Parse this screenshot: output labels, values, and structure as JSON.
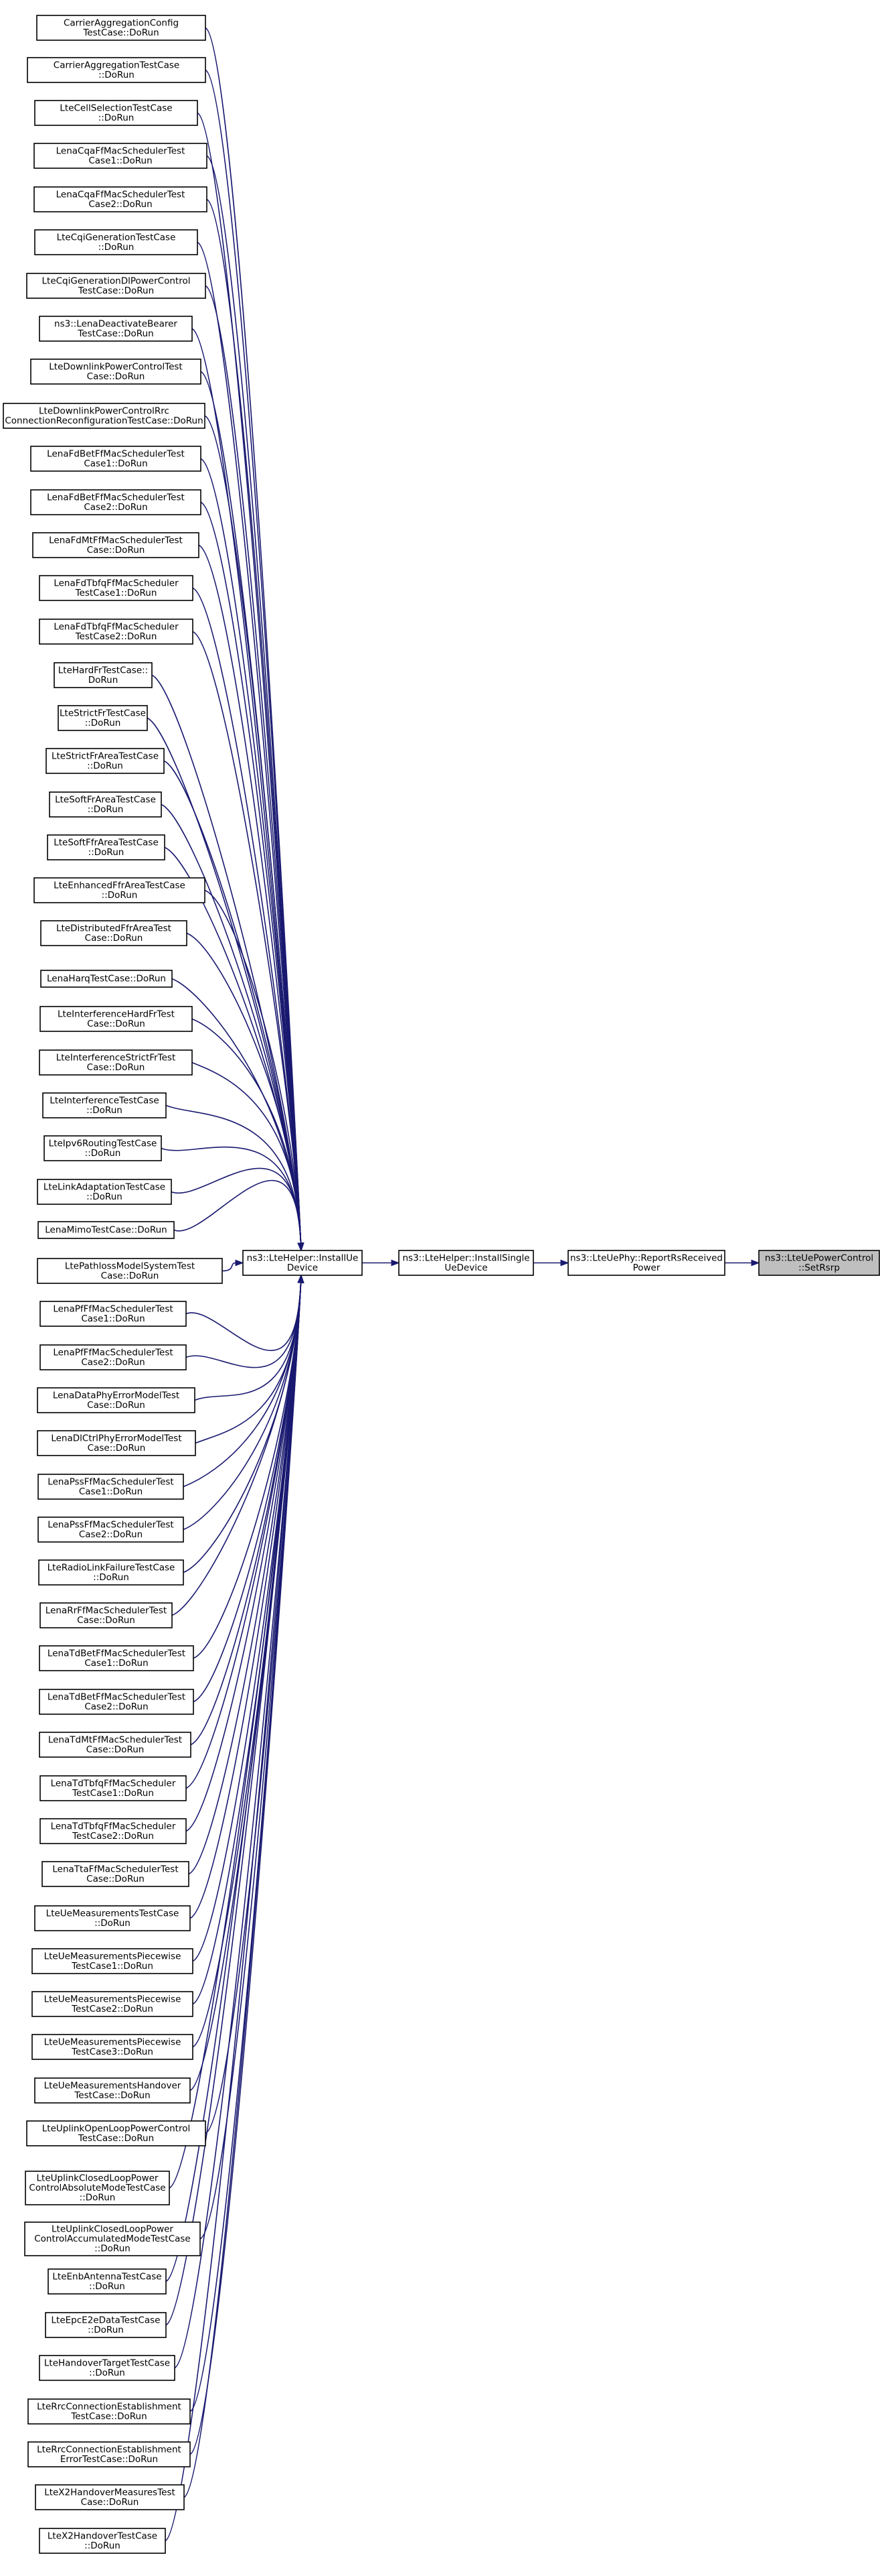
{
  "colors": {
    "edge": "#191970",
    "node_border": "#000000",
    "highlight_fill": "#bfbfbf",
    "background": "#ffffff"
  },
  "main_chain": [
    {
      "id": "install-ue-device",
      "lines": [
        "ns3::LteHelper::InstallUe",
        "Device"
      ]
    },
    {
      "id": "install-single-ue-device",
      "lines": [
        "ns3::LteHelper::InstallSingle",
        "UeDevice"
      ]
    },
    {
      "id": "report-rs-received-power",
      "lines": [
        "ns3::LteUePhy::ReportRsReceived",
        "Power"
      ]
    },
    {
      "id": "set-rsrp",
      "lines": [
        "ns3::LteUePowerControl",
        "::SetRsrp"
      ],
      "highlighted": true
    }
  ],
  "callers": [
    [
      "CarrierAggregationConfig",
      "TestCase::DoRun"
    ],
    [
      "CarrierAggregationTestCase",
      "::DoRun"
    ],
    [
      "LteCellSelectionTestCase",
      "::DoRun"
    ],
    [
      "LenaCqaFfMacSchedulerTest",
      "Case1::DoRun"
    ],
    [
      "LenaCqaFfMacSchedulerTest",
      "Case2::DoRun"
    ],
    [
      "LteCqiGenerationTestCase",
      "::DoRun"
    ],
    [
      "LteCqiGenerationDlPowerControl",
      "TestCase::DoRun"
    ],
    [
      "ns3::LenaDeactivateBearer",
      "TestCase::DoRun"
    ],
    [
      "LteDownlinkPowerControlTest",
      "Case::DoRun"
    ],
    [
      "LteDownlinkPowerControlRrc",
      "ConnectionReconfigurationTestCase::DoRun"
    ],
    [
      "LenaFdBetFfMacSchedulerTest",
      "Case1::DoRun"
    ],
    [
      "LenaFdBetFfMacSchedulerTest",
      "Case2::DoRun"
    ],
    [
      "LenaFdMtFfMacSchedulerTest",
      "Case::DoRun"
    ],
    [
      "LenaFdTbfqFfMacScheduler",
      "TestCase1::DoRun"
    ],
    [
      "LenaFdTbfqFfMacScheduler",
      "TestCase2::DoRun"
    ],
    [
      "LteHardFrTestCase::",
      "DoRun"
    ],
    [
      "LteStrictFrTestCase",
      "::DoRun"
    ],
    [
      "LteStrictFrAreaTestCase",
      "::DoRun"
    ],
    [
      "LteSoftFrAreaTestCase",
      "::DoRun"
    ],
    [
      "LteSoftFfrAreaTestCase",
      "::DoRun"
    ],
    [
      "LteEnhancedFfrAreaTestCase",
      "::DoRun"
    ],
    [
      "LteDistributedFfrAreaTest",
      "Case::DoRun"
    ],
    [
      "LenaHarqTestCase::DoRun"
    ],
    [
      "LteInterferenceHardFrTest",
      "Case::DoRun"
    ],
    [
      "LteInterferenceStrictFrTest",
      "Case::DoRun"
    ],
    [
      "LteInterferenceTestCase",
      "::DoRun"
    ],
    [
      "LteIpv6RoutingTestCase",
      "::DoRun"
    ],
    [
      "LteLinkAdaptationTestCase",
      "::DoRun"
    ],
    [
      "LenaMimoTestCase::DoRun"
    ],
    [
      "LtePathlossModelSystemTest",
      "Case::DoRun"
    ],
    [
      "LenaPfFfMacSchedulerTest",
      "Case1::DoRun"
    ],
    [
      "LenaPfFfMacSchedulerTest",
      "Case2::DoRun"
    ],
    [
      "LenaDataPhyErrorModelTest",
      "Case::DoRun"
    ],
    [
      "LenaDlCtrlPhyErrorModelTest",
      "Case::DoRun"
    ],
    [
      "LenaPssFfMacSchedulerTest",
      "Case1::DoRun"
    ],
    [
      "LenaPssFfMacSchedulerTest",
      "Case2::DoRun"
    ],
    [
      "LteRadioLinkFailureTestCase",
      "::DoRun"
    ],
    [
      "LenaRrFfMacSchedulerTest",
      "Case::DoRun"
    ],
    [
      "LenaTdBetFfMacSchedulerTest",
      "Case1::DoRun"
    ],
    [
      "LenaTdBetFfMacSchedulerTest",
      "Case2::DoRun"
    ],
    [
      "LenaTdMtFfMacSchedulerTest",
      "Case::DoRun"
    ],
    [
      "LenaTdTbfqFfMacScheduler",
      "TestCase1::DoRun"
    ],
    [
      "LenaTdTbfqFfMacScheduler",
      "TestCase2::DoRun"
    ],
    [
      "LenaTtaFfMacSchedulerTest",
      "Case::DoRun"
    ],
    [
      "LteUeMeasurementsTestCase",
      "::DoRun"
    ],
    [
      "LteUeMeasurementsPiecewise",
      "TestCase1::DoRun"
    ],
    [
      "LteUeMeasurementsPiecewise",
      "TestCase2::DoRun"
    ],
    [
      "LteUeMeasurementsPiecewise",
      "TestCase3::DoRun"
    ],
    [
      "LteUeMeasurementsHandover",
      "TestCase::DoRun"
    ],
    [
      "LteUplinkOpenLoopPowerControl",
      "TestCase::DoRun"
    ],
    [
      "LteUplinkClosedLoopPower",
      "ControlAbsoluteModeTestCase",
      "::DoRun"
    ],
    [
      "LteUplinkClosedLoopPower",
      "ControlAccumulatedModeTestCase",
      "::DoRun"
    ],
    [
      "LteEnbAntennaTestCase",
      "::DoRun"
    ],
    [
      "LteEpcE2eDataTestCase",
      "::DoRun"
    ],
    [
      "LteHandoverTargetTestCase",
      "::DoRun"
    ],
    [
      "LteRrcConnectionEstablishment",
      "TestCase::DoRun"
    ],
    [
      "LteRrcConnectionEstablishment",
      "ErrorTestCase::DoRun"
    ],
    [
      "LteX2HandoverMeasuresTest",
      "Case::DoRun"
    ],
    [
      "LteX2HandoverTestCase",
      "::DoRun"
    ]
  ]
}
